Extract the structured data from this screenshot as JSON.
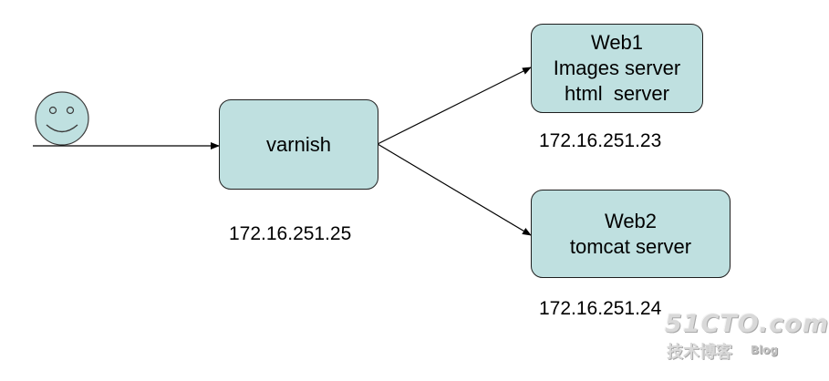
{
  "diagram": {
    "client_icon": "smiley-face-icon",
    "nodes": {
      "varnish": {
        "lines": [
          "varnish"
        ],
        "ip": "172.16.251.25"
      },
      "web1": {
        "lines": [
          "Web1",
          "Images server",
          "html  server"
        ],
        "ip": "172.16.251.23"
      },
      "web2": {
        "lines": [
          "Web2",
          "tomcat server"
        ],
        "ip": "172.16.251.24"
      }
    },
    "colors": {
      "node_fill": "#bfe0e0",
      "node_border": "#1e1e1e",
      "face_fill": "#bfe0e0",
      "line": "#000000"
    }
  },
  "watermark": {
    "site": "51CTO.com",
    "subtitle": "技术博客",
    "blog": "Blog"
  }
}
